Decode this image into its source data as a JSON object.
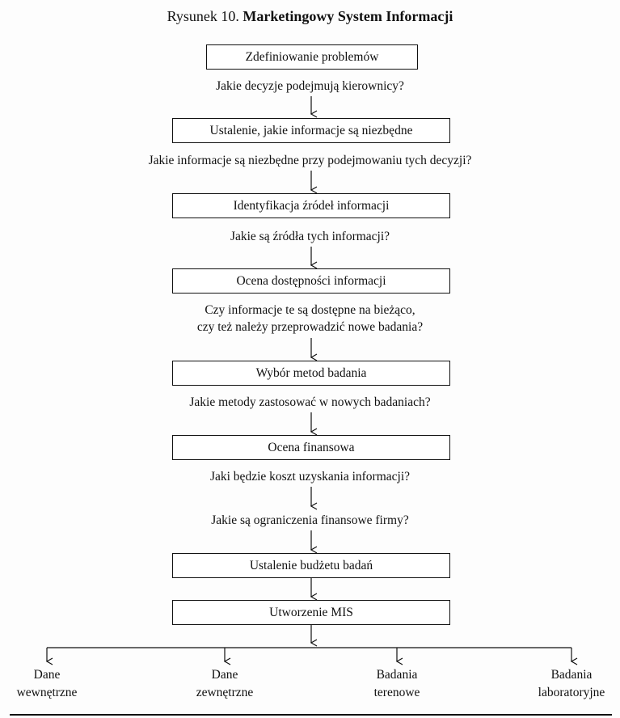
{
  "figure": {
    "title_prefix": "Rysunek 10.",
    "title": "Marketingowy System Informacji"
  },
  "steps": [
    {
      "label": "Zdefiniowanie problemów"
    },
    {
      "label": "Ustalenie, jakie informacje są niezbędne"
    },
    {
      "label": "Identyfikacja źródeł informacji"
    },
    {
      "label": "Ocena dostępności informacji"
    },
    {
      "label": "Wybór metod badania"
    },
    {
      "label": "Ocena finansowa"
    },
    {
      "label": "Ustalenie budżetu badań"
    },
    {
      "label": "Utworzenie MIS"
    }
  ],
  "questions": [
    {
      "lines": [
        "Jakie decyzje podejmują kierownicy?"
      ]
    },
    {
      "lines": [
        "Jakie informacje są niezbędne przy podejmowaniu tych decyzji?"
      ]
    },
    {
      "lines": [
        "Jakie są źródła tych informacji?"
      ]
    },
    {
      "lines": [
        "Czy informacje te są dostępne na bieżąco,",
        "czy też należy przeprowadzić nowe badania?"
      ]
    },
    {
      "lines": [
        "Jakie metody zastosować w nowych badaniach?"
      ]
    },
    {
      "lines": [
        "Jaki będzie koszt uzyskania informacji?"
      ]
    },
    {
      "lines": [
        "Jakie są ograniczenia finansowe firmy?"
      ]
    }
  ],
  "outputs": [
    {
      "lines": [
        "Dane",
        "wewnętrzne"
      ]
    },
    {
      "lines": [
        "Dane",
        "zewnętrzne"
      ]
    },
    {
      "lines": [
        "Badania",
        "terenowe"
      ]
    },
    {
      "lines": [
        "Badania",
        "laboratoryjne"
      ]
    }
  ],
  "colors": {
    "ink": "#111111",
    "paper": "#fdfdfd"
  }
}
